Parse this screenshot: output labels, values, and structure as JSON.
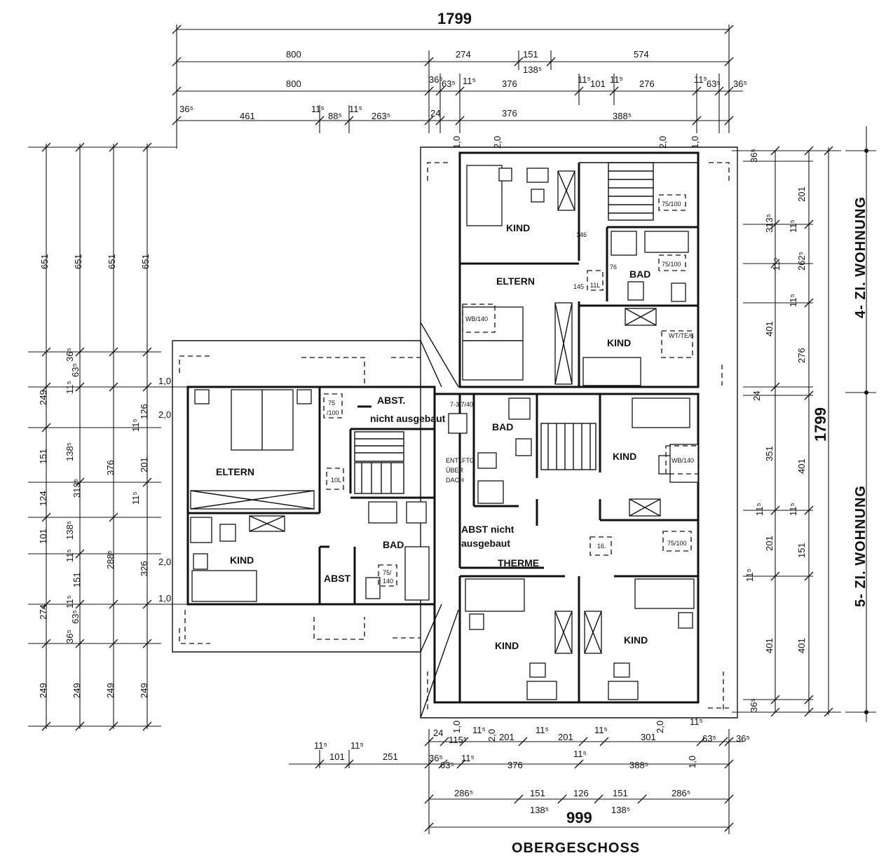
{
  "title": "OBERGESCHOSS",
  "units": {
    "right_upper": "4- ZI. WOHNUNG",
    "right_lower": "5- ZI. WOHNUNG"
  },
  "rooms": {
    "kind_nw": "KIND",
    "eltern_n": "ELTERN",
    "bad_n": "BAD",
    "kind_ne": "KIND",
    "eltern_w": "ELTERN",
    "abst_w": "ABST.",
    "abst_w_note": "nicht ausgebaut",
    "kind_w": "KIND",
    "abst_s": "ABST",
    "bad_w": "BAD",
    "bad_c": "BAD",
    "entlueftung": "ENTLFTG",
    "entlueftung_2": "ÜBER",
    "entlueftung_3": "DACH",
    "kind_e": "KIND",
    "abst_c": "ABST nicht",
    "abst_c_note": "ausgebaut",
    "therme": "THERME",
    "kind_sw": "KIND",
    "kind_se": "KIND"
  },
  "fixture_labels": {
    "window_75_100_a": "75/100",
    "window_75_100_b": "75/100",
    "window_75_100_c": "75/100",
    "window_75_100_d": "75",
    "window_75_100_d2": "/100",
    "window_75_140_a": "75/",
    "window_75_140_b": "140",
    "wb140_a": "WB/140",
    "wb140_b": "WB/140",
    "wt_a": "WT/TE/6",
    "num_146": "146",
    "num_145": "145",
    "num_76": "76",
    "num_11": "11L",
    "num_10": "10L",
    "num_16": "16.",
    "num_7": "7-3.7/40"
  },
  "dims": {
    "top_total": "1799",
    "top_r1": [
      "800",
      "274",
      "151",
      "138⁵",
      "574"
    ],
    "top_r2": [
      "800",
      "36⁵",
      "63⁵",
      "11⁵",
      "376",
      "11⁵",
      "101",
      "11⁵",
      "276",
      "11⁵",
      "63⁵",
      "36⁵"
    ],
    "top_r3": [
      "36⁵",
      "461",
      "11⁵",
      "88⁵",
      "11⁵",
      "263⁵",
      "24",
      "376",
      "388⁵"
    ],
    "top_small": [
      "1,0",
      "2,0",
      "2,0",
      "1,0"
    ],
    "left_cols": [
      "651",
      "651",
      "651",
      "651"
    ],
    "left_detail": [
      "36⁵",
      "63⁵",
      "11⁵",
      "249",
      "126",
      "11⁵",
      "151",
      "138⁵",
      "376",
      "201",
      "124",
      "313⁵",
      "11⁵",
      "101",
      "138⁵",
      "11⁵",
      "288⁵",
      "326",
      "151",
      "11⁵",
      "274",
      "63⁵",
      "36⁵",
      "249",
      "249",
      "249",
      "249"
    ],
    "left_small": [
      "1,0",
      "2,0",
      "2,0",
      "1,0"
    ],
    "right_total": "1799",
    "right_detail": [
      "36⁵",
      "201",
      "313⁵",
      "11⁵",
      "11⁵",
      "262⁵",
      "11⁵",
      "401",
      "276",
      "24",
      "351",
      "401",
      "11⁵",
      "11⁵",
      "201",
      "151",
      "11⁵",
      "401",
      "401",
      "36⁵"
    ],
    "bottom_r1": [
      "24",
      "115⁵",
      "11⁵",
      "201",
      "11⁵",
      "201",
      "11⁵",
      "301",
      "11⁵",
      "63⁵",
      "36⁵"
    ],
    "bottom_r2": [
      "36⁵",
      "63⁵",
      "11⁵",
      "376",
      "11⁵",
      "388⁵"
    ],
    "bottom_r3": [
      "286⁵",
      "151",
      "138⁵",
      "126",
      "151",
      "138⁵",
      "286⁵"
    ],
    "bottom_total": "999",
    "bottom_left": [
      "11⁵",
      "101",
      "11⁵",
      "251"
    ],
    "bottom_small": [
      "1,0",
      "2,0",
      "2,0",
      "1,0"
    ]
  }
}
